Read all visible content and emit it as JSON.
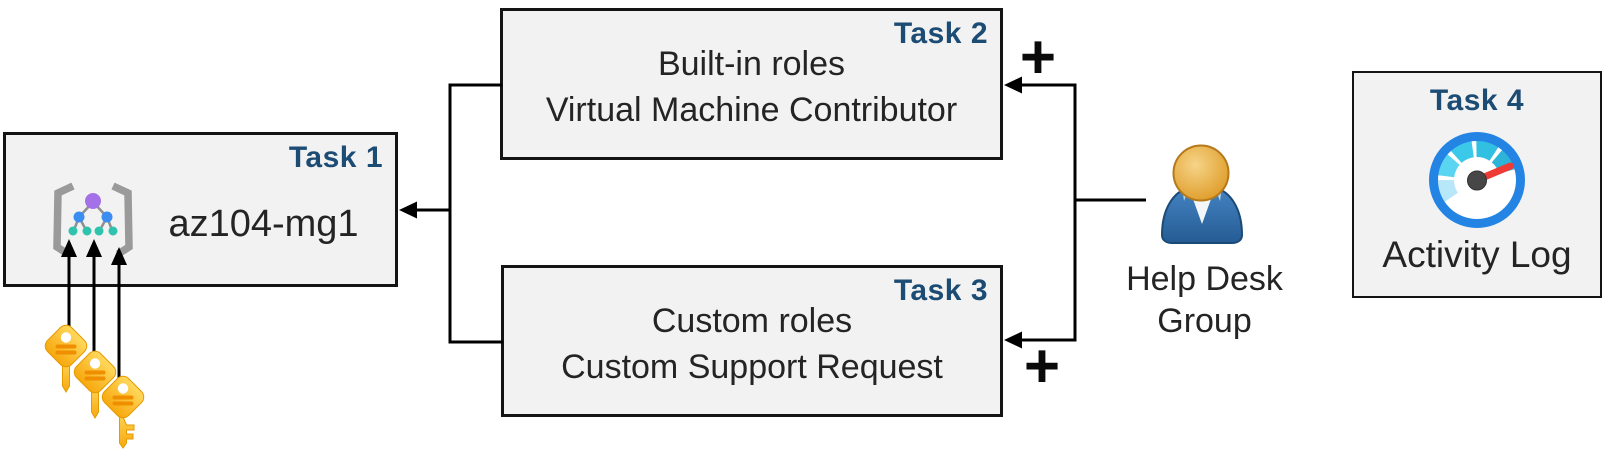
{
  "task1": {
    "label": "Task 1",
    "title": "az104-mg1"
  },
  "task2": {
    "label": "Task 2",
    "line1": "Built-in roles",
    "line2": "Virtual Machine Contributor"
  },
  "task3": {
    "label": "Task 3",
    "line1": "Custom roles",
    "line2": "Custom Support Request"
  },
  "task4": {
    "label": "Task 4",
    "caption": "Activity Log"
  },
  "help_desk": {
    "line1": "Help Desk",
    "line2": "Group"
  },
  "plus": "+",
  "colors": {
    "task_label": "#1c4b74",
    "box_fill": "#f2f2f2",
    "box_border": "#141414",
    "text": "#242424",
    "connector": "#000000",
    "plus": "#0a0a0a",
    "key_gold_light": "#ffd95e",
    "key_gold_dark": "#f7a80d",
    "key_stripe": "#ef8f00",
    "key_outline": "#e59a00",
    "mg_brace": "#9a9a9a",
    "mg_edge": "#909090",
    "mg_purple": "#a571e8",
    "mg_blue": "#3b8df2",
    "mg_teal": "#2fc3ae",
    "person_body": "#3a7ab8",
    "person_body_dark": "#1c4a77",
    "person_head": "#e8a33d",
    "person_head_dark": "#b5791a",
    "gauge_ring": "#2484e4",
    "gauge_seg_1": "#b9e7fa",
    "gauge_seg_2": "#59d5f2",
    "gauge_seg_3": "#3cc8e9",
    "gauge_seg_4": "#31bfe2",
    "gauge_seg_5": "#2db4d8",
    "gauge_needle": "#ee3b36",
    "gauge_hub": "#474747"
  }
}
